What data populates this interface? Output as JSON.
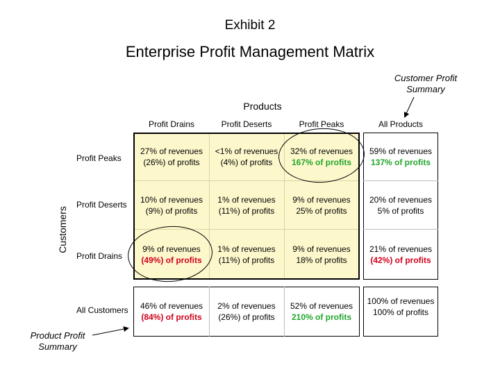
{
  "exhibit": "Exhibit 2",
  "title": "Enterprise Profit Management Matrix",
  "customer_profit_summary": "Customer Profit Summary",
  "product_profit_summary": "Product Profit Summary",
  "products_label": "Products",
  "customers_label": "Customers",
  "columns": [
    "Profit Drains",
    "Profit Deserts",
    "Profit Peaks",
    "All Products"
  ],
  "rows": [
    "Profit Peaks",
    "Profit Deserts",
    "Profit Drains",
    "All Customers"
  ],
  "cells": [
    [
      {
        "rev": "27% of revenues",
        "profit": "(26%) of profits",
        "style": "plain"
      },
      {
        "rev": "<1% of revenues",
        "profit": "(4%) of profits",
        "style": "plain"
      },
      {
        "rev": "32% of revenues",
        "profit": "167% of profits",
        "style": "green"
      },
      {
        "rev": "59% of revenues",
        "profit": "137% of profits",
        "style": "green"
      }
    ],
    [
      {
        "rev": "10% of revenues",
        "profit": "(9%) of profits",
        "style": "plain"
      },
      {
        "rev": "1% of revenues",
        "profit": "(11%) of profits",
        "style": "plain"
      },
      {
        "rev": "9% of revenues",
        "profit": "25% of profits",
        "style": "plain"
      },
      {
        "rev": "20% of revenues",
        "profit": "5% of profits",
        "style": "plain"
      }
    ],
    [
      {
        "rev": "9% of revenues",
        "profit": "(49%) of profits",
        "style": "red"
      },
      {
        "rev": "1% of revenues",
        "profit": "(11%) of profits",
        "style": "plain"
      },
      {
        "rev": "9% of revenues",
        "profit": "18% of profits",
        "style": "plain"
      },
      {
        "rev": "21% of revenues",
        "profit": "(42%) of profits",
        "style": "red"
      }
    ],
    [
      {
        "rev": "46% of revenues",
        "profit": "(84%) of profits",
        "style": "red"
      },
      {
        "rev": "2% of revenues",
        "profit": "(26%) of profits",
        "style": "plain"
      },
      {
        "rev": "52% of revenues",
        "profit": "210% of profits",
        "style": "green"
      },
      {
        "rev": "100% of revenues",
        "profit": "100% of profits",
        "style": "plain"
      }
    ]
  ],
  "colors": {
    "matrix_fill": "#fdf8cc",
    "negative_highlight": "#d0021b",
    "positive_highlight": "#22a62b"
  }
}
